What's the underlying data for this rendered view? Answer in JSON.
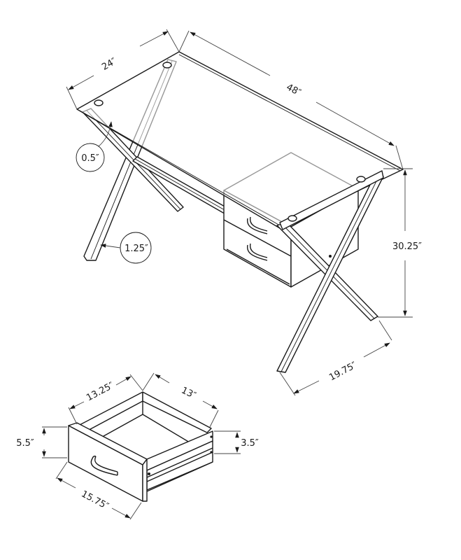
{
  "diagram": {
    "subject": "Desk with glass top, X-frame legs and two-drawer cabinet",
    "desk": {
      "dimensions": {
        "depth": "24″",
        "width": "48″",
        "height": "30.25″",
        "leg_span": "19.75″",
        "glass_thickness": "0.5″",
        "leg_width": "1.25″"
      }
    },
    "drawer": {
      "dimensions": {
        "width_back": "13.25″",
        "depth": "13″",
        "front_height": "5.5″",
        "side_height": "3.5″",
        "front_width": "15.75″"
      }
    },
    "colors": {
      "line": "#1a1a1a",
      "background": "#ffffff"
    }
  }
}
